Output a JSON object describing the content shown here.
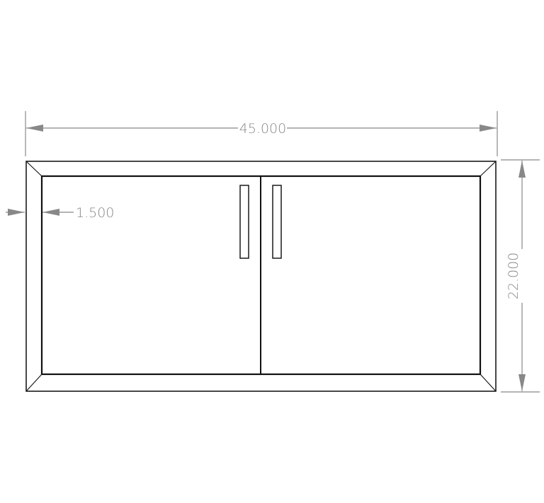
{
  "colors": {
    "dimension": "#888888",
    "outline": "#1a1a1a",
    "background": "#ffffff"
  },
  "dimensions": {
    "overall_width": "45.000",
    "overall_height": "22.000",
    "frame_margin": "1.500"
  }
}
